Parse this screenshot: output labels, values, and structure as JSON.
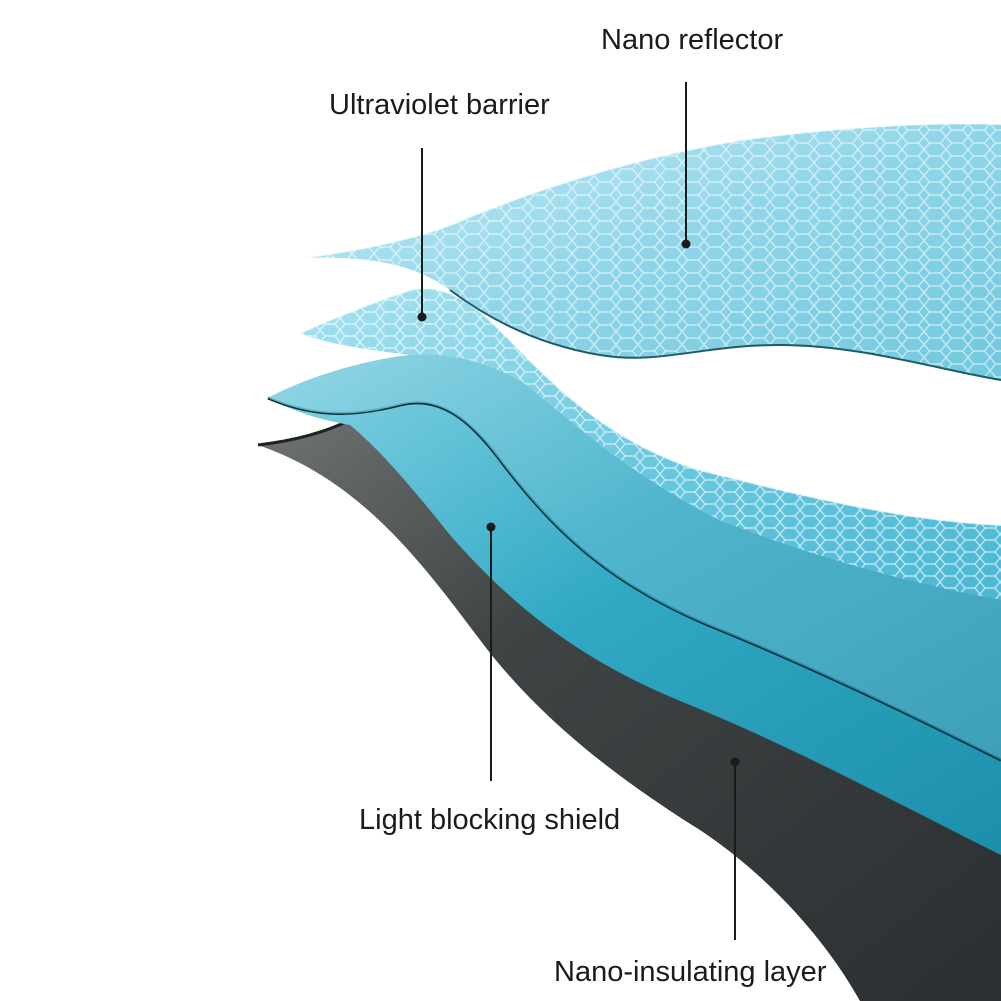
{
  "labels": {
    "nano_reflector": "Nano reflector",
    "uv_barrier": "Ultraviolet barrier",
    "light_blocking": "Light blocking shield",
    "nano_insulating": "Nano-insulating layer"
  },
  "layers": [
    {
      "id": "nano-insulating-layer",
      "color": "#45494a",
      "pattern": "felt"
    },
    {
      "id": "light-blocking-shield",
      "color": "#3fb1c9",
      "pattern": "plain"
    },
    {
      "id": "ultraviolet-barrier",
      "color": "#7fd3e7",
      "pattern": "hexagon"
    },
    {
      "id": "nano-reflector",
      "color": "#9ddbea",
      "pattern": "hexagon"
    }
  ],
  "colors": {
    "background": "#ffffff",
    "leader_line": "#1b1b1b",
    "text": "#1b1b1b"
  }
}
